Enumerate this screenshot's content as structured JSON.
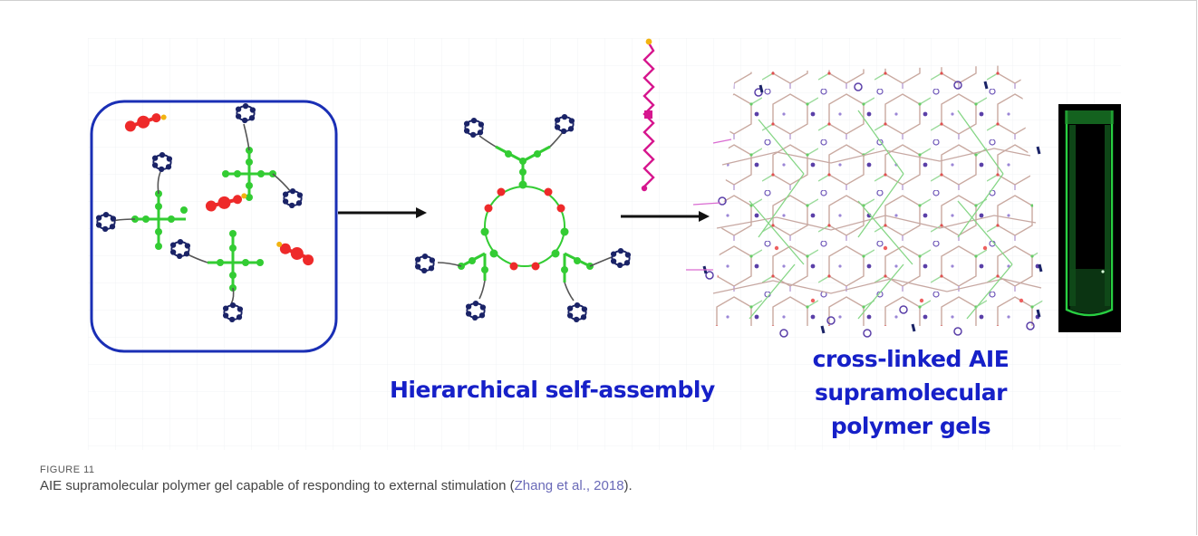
{
  "figure": {
    "label": "FIGURE 11",
    "caption_before": "AIE supramolecular polymer gel capable of responding to external stimulation (",
    "citation": "Zhang et al., 2018",
    "caption_after": ")."
  },
  "diagram": {
    "label_assembly": "Hierarchical  self-assembly",
    "label_gel_lines": [
      "cross-linked AIE",
      "supramolecular",
      "polymer gels"
    ]
  },
  "colors": {
    "box_border": "#1a2fb5",
    "arm_green": "#33cc33",
    "linker_red": "#ee2a2a",
    "ring_navy": "#1a2367",
    "chain_magenta": "#d6168e",
    "tip_yellow": "#f2b311",
    "label_blue": "#1620c8",
    "vial_green": "#2ff24c"
  }
}
